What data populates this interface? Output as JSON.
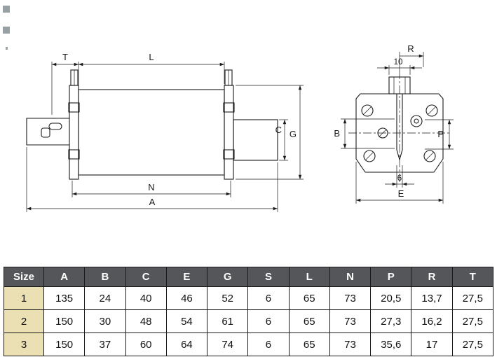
{
  "colors": {
    "page-bg": "#ffffff",
    "line": "#1a1a1a",
    "header-bg": "#55565a",
    "header-text": "#ffffff",
    "cell-bg": "#ffffff",
    "size-col-bg": "#ebdfb4"
  },
  "diagram": {
    "side": {
      "T": "T",
      "L": "L",
      "N": "N",
      "A": "A",
      "C": "C",
      "G": "G"
    },
    "front": {
      "R": "R",
      "ten": "10",
      "B": "B",
      "P": "P",
      "six": "6",
      "E": "E"
    }
  },
  "table": {
    "headers": [
      "Size",
      "A",
      "B",
      "C",
      "E",
      "G",
      "S",
      "L",
      "N",
      "P",
      "R",
      "T"
    ],
    "rows": [
      [
        "1",
        "135",
        "24",
        "40",
        "46",
        "52",
        "6",
        "65",
        "73",
        "20,5",
        "13,7",
        "27,5"
      ],
      [
        "2",
        "150",
        "30",
        "48",
        "54",
        "61",
        "6",
        "65",
        "73",
        "27,3",
        "16,2",
        "27,5"
      ],
      [
        "3",
        "150",
        "37",
        "60",
        "64",
        "74",
        "6",
        "65",
        "73",
        "35,6",
        "17",
        "27,5"
      ]
    ]
  }
}
